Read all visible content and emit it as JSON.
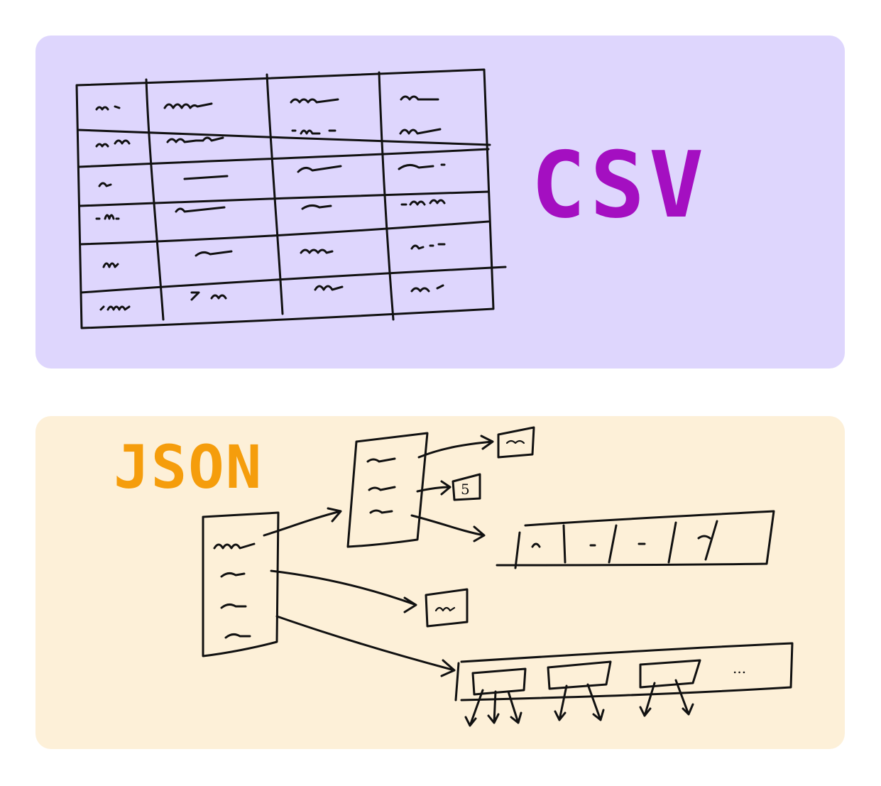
{
  "colors": {
    "csv_panel_bg": "#ded6fd",
    "csv_title": "#a40fc1",
    "json_panel_bg": "#fdf0d8",
    "json_title": "#f59d0c"
  },
  "csv": {
    "title": "CSV"
  },
  "json": {
    "title": "JSON",
    "value_box_number": "5",
    "ellipsis": "..."
  }
}
